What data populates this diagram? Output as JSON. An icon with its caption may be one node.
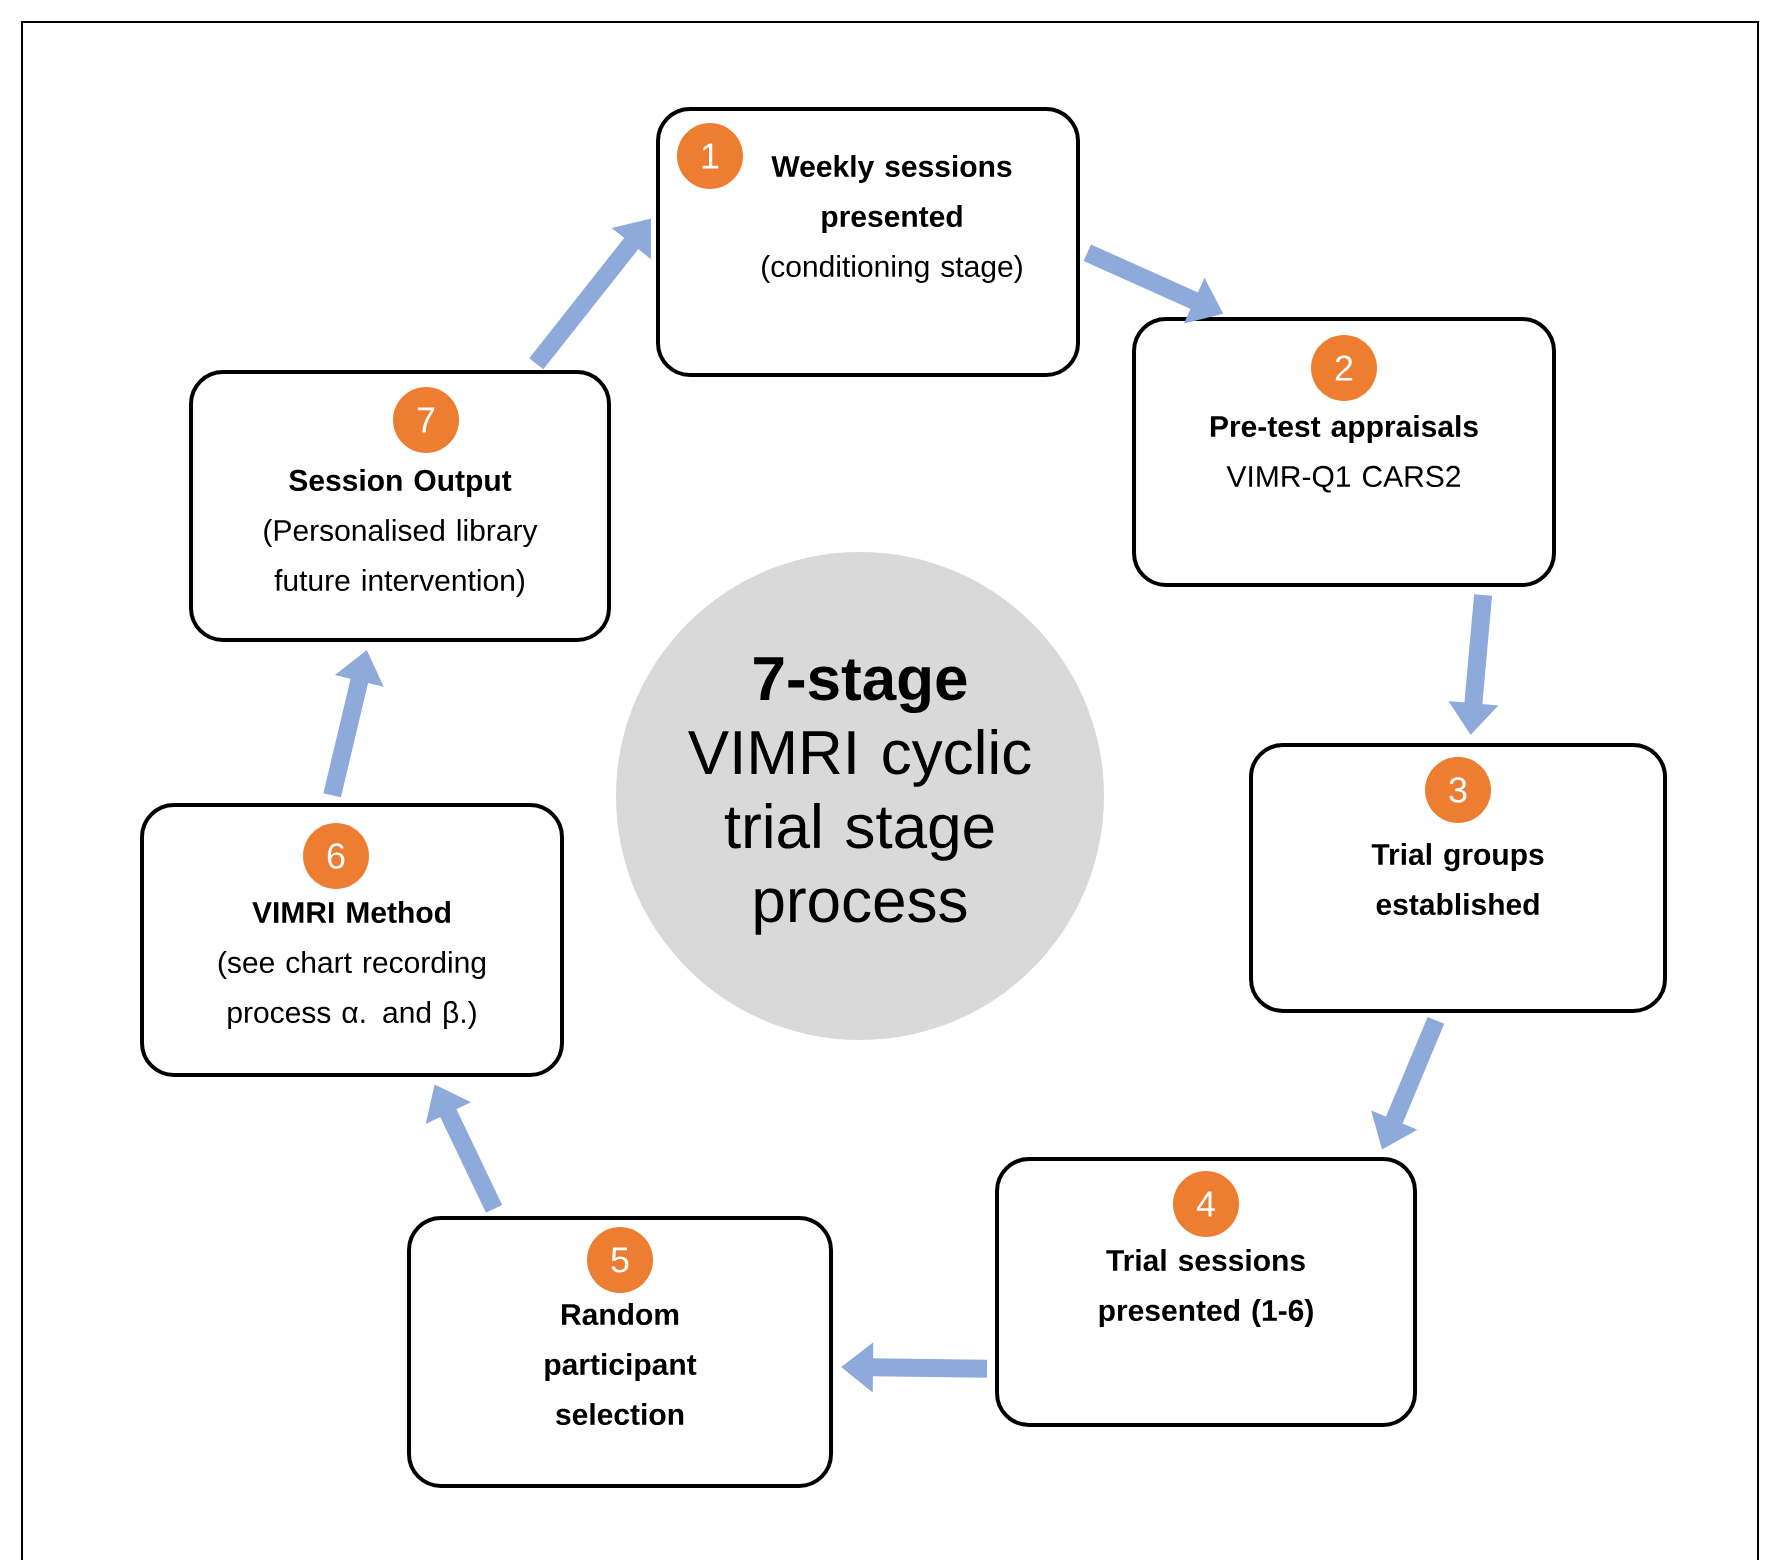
{
  "diagram": {
    "nodes": [
      {
        "text": [
          "1",
          "Weekly sessions presented",
          "(conditioning stage)"
        ]
      },
      {
        "text": [
          "2",
          "Pre-test appraisals",
          "VIMR-Q1 CARS2"
        ]
      },
      {
        "text": [
          "3",
          "Trial groups established"
        ]
      },
      {
        "text": [
          "4",
          "Trial sessions presented (1-6)"
        ]
      },
      {
        "text": [
          "5",
          "Random participant selection"
        ]
      },
      {
        "text": [
          "6",
          "VIMRI Method",
          "(see chart recording process α. and β.)"
        ]
      },
      {
        "text": [
          "7",
          "Session Output",
          "(Personalised library future intervention)"
        ]
      },
      {
        "text": [
          "7-stage",
          "VIMRI cyclic trial stage process"
        ]
      }
    ],
    "edges": [
      {
        "from": 0,
        "to": 1,
        "arrow": "to"
      },
      {
        "from": 1,
        "to": 2,
        "arrow": "to"
      },
      {
        "from": 2,
        "to": 3,
        "arrow": "to"
      },
      {
        "from": 3,
        "to": 4,
        "arrow": "to"
      },
      {
        "from": 4,
        "to": 5,
        "arrow": "to"
      },
      {
        "from": 5,
        "to": 6,
        "arrow": "to"
      },
      {
        "from": 6,
        "to": 0,
        "arrow": "to"
      }
    ]
  }
}
